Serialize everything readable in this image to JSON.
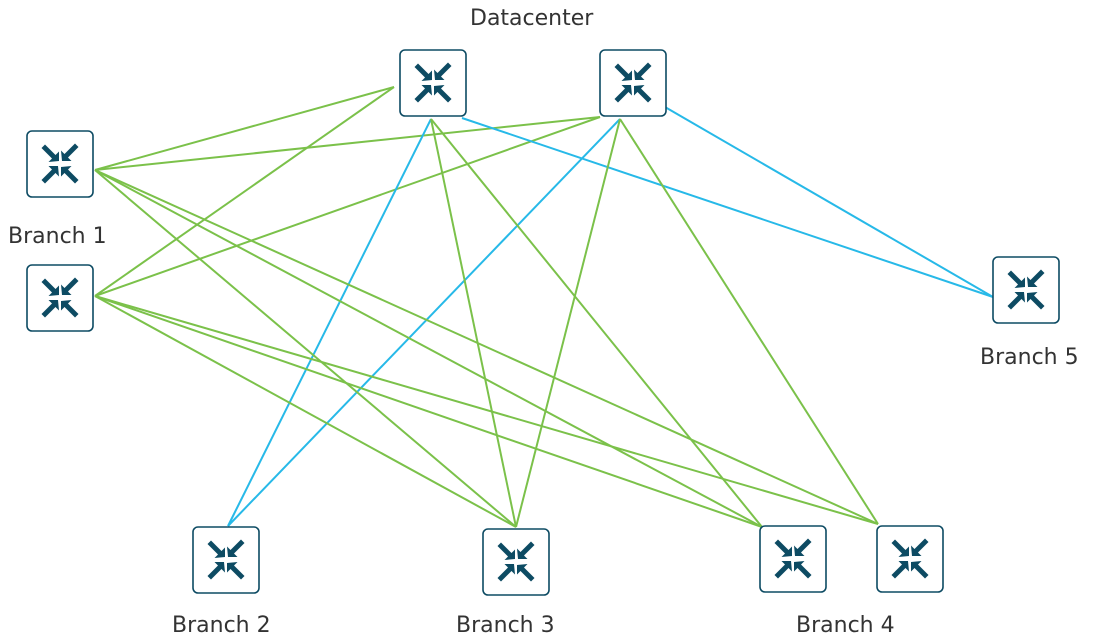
{
  "colors": {
    "overlay_link": "#7bc14a",
    "underlay_link": "#27b9e8",
    "router_fill": "#ffffff",
    "router_stroke": "#0d4b63",
    "router_icon": "#0d4b63"
  },
  "labels": {
    "datacenter": "Datacenter",
    "branch1": "Branch 1",
    "branch2": "Branch 2",
    "branch3": "Branch 3",
    "branch4": "Branch 4",
    "branch5": "Branch 5"
  },
  "routers": [
    {
      "id": "dc1",
      "group": "Datacenter",
      "icon": "router-icon"
    },
    {
      "id": "dc2",
      "group": "Datacenter",
      "icon": "router-icon"
    },
    {
      "id": "b1a",
      "group": "Branch 1",
      "icon": "router-icon"
    },
    {
      "id": "b1b",
      "group": "Branch 1",
      "icon": "router-icon"
    },
    {
      "id": "b2",
      "group": "Branch 2",
      "icon": "router-icon"
    },
    {
      "id": "b3",
      "group": "Branch 3",
      "icon": "router-icon"
    },
    {
      "id": "b4a",
      "group": "Branch 4",
      "icon": "router-icon"
    },
    {
      "id": "b4b",
      "group": "Branch 4",
      "icon": "router-icon"
    },
    {
      "id": "b5",
      "group": "Branch 5",
      "icon": "router-icon"
    }
  ],
  "links": [
    {
      "from": "b1a",
      "to": "dc1",
      "type": "overlay"
    },
    {
      "from": "b1a",
      "to": "dc2",
      "type": "overlay"
    },
    {
      "from": "b1b",
      "to": "dc1",
      "type": "overlay"
    },
    {
      "from": "b1b",
      "to": "dc2",
      "type": "overlay"
    },
    {
      "from": "dc1",
      "to": "b2",
      "type": "underlay"
    },
    {
      "from": "dc2",
      "to": "b2",
      "type": "underlay"
    },
    {
      "from": "dc1",
      "to": "b5",
      "type": "underlay"
    },
    {
      "from": "dc2",
      "to": "b5",
      "type": "underlay"
    },
    {
      "from": "dc1",
      "to": "b3",
      "type": "overlay"
    },
    {
      "from": "dc2",
      "to": "b3",
      "type": "overlay"
    },
    {
      "from": "dc1",
      "to": "b4a",
      "type": "overlay"
    },
    {
      "from": "dc2",
      "to": "b4b",
      "type": "overlay"
    },
    {
      "from": "b1a",
      "to": "b3",
      "type": "overlay"
    },
    {
      "from": "b1a",
      "to": "b4a",
      "type": "overlay"
    },
    {
      "from": "b1a",
      "to": "b4b",
      "type": "overlay"
    },
    {
      "from": "b1b",
      "to": "b3",
      "type": "overlay"
    },
    {
      "from": "b1b",
      "to": "b4a",
      "type": "overlay"
    },
    {
      "from": "b1b",
      "to": "b4b",
      "type": "overlay"
    }
  ]
}
